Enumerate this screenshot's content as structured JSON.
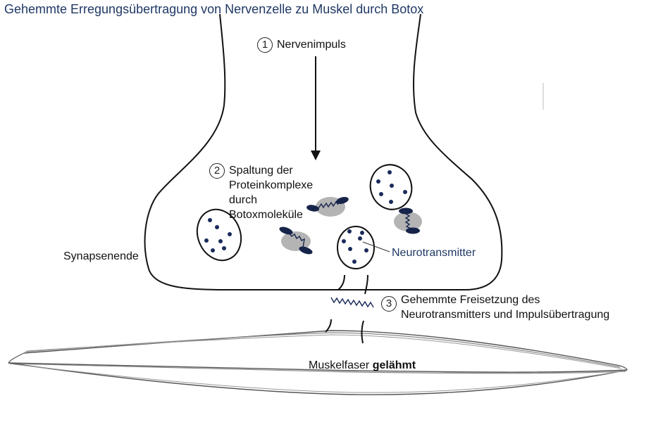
{
  "title": "Gehemmte Erregungsübertragung von Nervenzelle zu Muskel durch Botox",
  "steps": [
    {
      "number": "1",
      "lines": [
        "Nervenimpuls"
      ]
    },
    {
      "number": "2",
      "lines": [
        "Spaltung der",
        "Proteinkomplexe",
        "durch",
        "Botoxmoleküle"
      ]
    },
    {
      "number": "3",
      "lines": [
        "Gehemmte Freisetzung des",
        "Neurotransmitters und Impulsübertragung"
      ]
    }
  ],
  "labels": {
    "synapse_end": "Synapsenende",
    "neurotransmitter": "Neurotransmitter",
    "muscle_prefix": "Muskelfaser",
    "muscle_state": "gelähmt"
  },
  "colors": {
    "title": "#1f3864",
    "vesicle_dot": "#1a2a5a",
    "botox_body": "#b4b4b4",
    "protein_end": "#16244a",
    "outline": "#111111",
    "muscle_line": "#888888"
  }
}
